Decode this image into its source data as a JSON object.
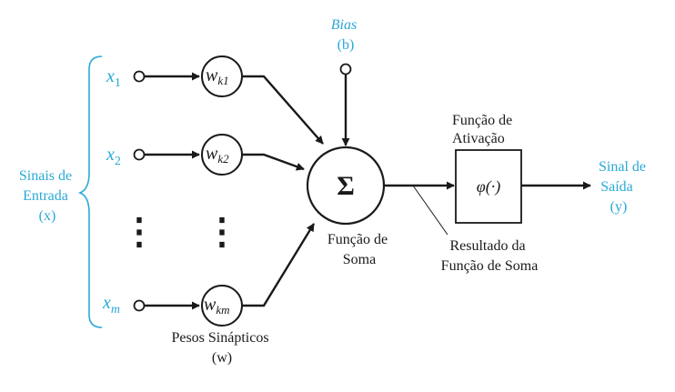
{
  "colors": {
    "accent": "#29a9d6",
    "ink": "#1a1a1a"
  },
  "inputs": {
    "group_label_line1": "Sinais de",
    "group_label_line2": "Entrada",
    "group_label_line3": "(x)",
    "items": [
      {
        "var": "x",
        "sub": "1"
      },
      {
        "var": "x",
        "sub": "2"
      },
      {
        "var": "x",
        "sub": "m"
      }
    ]
  },
  "weights": {
    "items": [
      {
        "var": "w",
        "sub": "k1"
      },
      {
        "var": "w",
        "sub": "k2"
      },
      {
        "var": "w",
        "sub": "km"
      }
    ],
    "label_line1": "Pesos Sinápticos",
    "label_line2": "(w)"
  },
  "bias": {
    "label_line1": "Bias",
    "label_line2": "(b)"
  },
  "summation": {
    "symbol": "Σ",
    "label_line1": "Função de",
    "label_line2": "Soma"
  },
  "sum_result": {
    "label_line1": "Resultado da",
    "label_line2": "Função de Soma"
  },
  "activation": {
    "symbol": "φ(·)",
    "label_line1": "Função de",
    "label_line2": "Ativação"
  },
  "output": {
    "label_line1": "Sinal de",
    "label_line2": "Saída",
    "label_line3": "(y)"
  },
  "ellipsis": "⋮"
}
